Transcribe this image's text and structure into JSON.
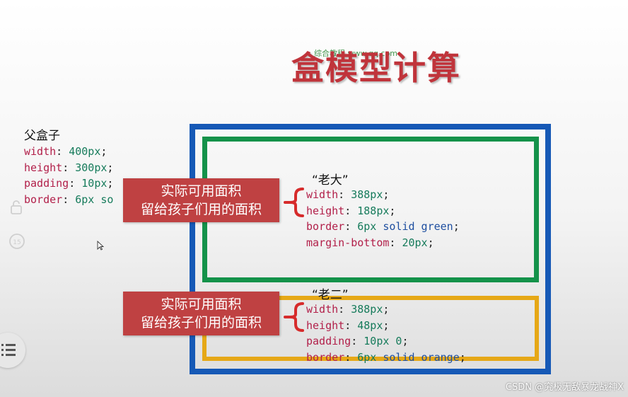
{
  "slide": {
    "title": "盒模型计算",
    "top_watermark": "综合教程 www.qq.com"
  },
  "parent": {
    "label": "父盒子",
    "lines": [
      {
        "prop": "width",
        "value": "400px"
      },
      {
        "prop": "height",
        "value": "300px"
      },
      {
        "prop": "padding",
        "value": "10px"
      },
      {
        "prop": "border",
        "value": "6px so"
      }
    ]
  },
  "child1": {
    "label": "“老大”",
    "lines": [
      {
        "prop": "width",
        "value": "388px"
      },
      {
        "prop": "height",
        "value": "188px"
      },
      {
        "prop": "border",
        "num": "6px",
        "kw": "solid green"
      },
      {
        "prop": "margin-bottom",
        "value": "20px"
      }
    ]
  },
  "child2": {
    "label": "“老二”",
    "lines": [
      {
        "prop": "width",
        "value": "388px"
      },
      {
        "prop": "height",
        "value": "48px"
      },
      {
        "prop": "padding",
        "value": "10px 0"
      },
      {
        "prop": "border",
        "num": "6px",
        "kw": "solid orange"
      }
    ]
  },
  "note1": {
    "line1": "实际可用面积",
    "line2": "留给孩子们用的面积"
  },
  "note2": {
    "line1": "实际可用面积",
    "line2": "留给孩子们用的面积"
  },
  "colors": {
    "title": "#c0343b",
    "outer_border": "#1659b6",
    "green_border": "#14924a",
    "orange_border": "#e6a817",
    "note_bg": "#bf4142"
  },
  "overlay": {
    "side_icons": [
      "lock-icon",
      "replay-15-icon",
      "menu-icon"
    ],
    "replay_seconds": "15",
    "credit": "CSDN @究极无敌暴龙战神X"
  }
}
